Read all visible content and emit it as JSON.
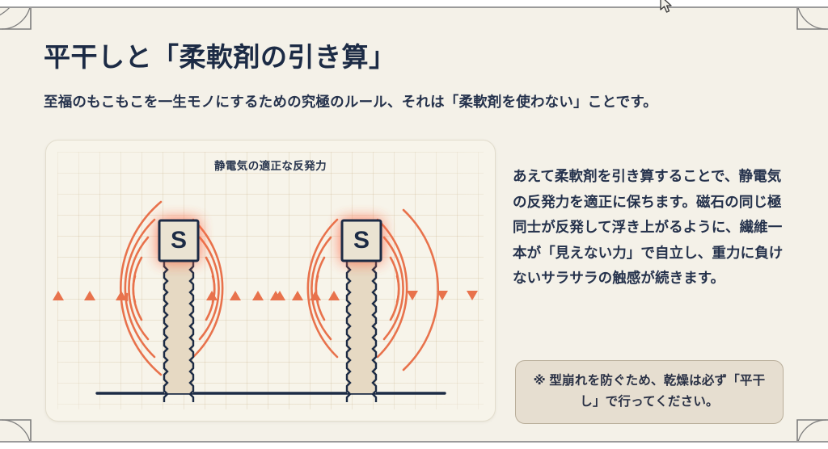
{
  "slide": {
    "title": "平干しと「柔軟剤の引き算」",
    "subtitle": "至福のもこもこを一生モノにするための究極のルール、それは「柔軟剤を使わない」ことです。"
  },
  "diagram": {
    "label": "静電気の適正な反発力",
    "magnet_pole_left": "S",
    "magnet_pole_right": "S"
  },
  "body": {
    "paragraph": "あえて柔軟剤を引き算することで、静電気の反発力を適正に保ちます。磁石の同じ極同士が反発して浮き上がるように、繊維一本が「見えない力」で自立し、重力に負けないサラサラの触感が続きます。"
  },
  "note": {
    "text": "※ 型崩れを防ぐため、乾燥は必ず「平干し」で行ってください。"
  },
  "colors": {
    "background": "#f4f1e8",
    "ink": "#1c2b45",
    "field_orange": "#e8724c",
    "glow": "#ff6b4a",
    "panel": "#f7f4ea",
    "fiber_fill": "#e6d9c3",
    "note_bg": "#e6ded0",
    "note_border": "#b9ae9a",
    "corner_line": "#7d7d7d"
  }
}
